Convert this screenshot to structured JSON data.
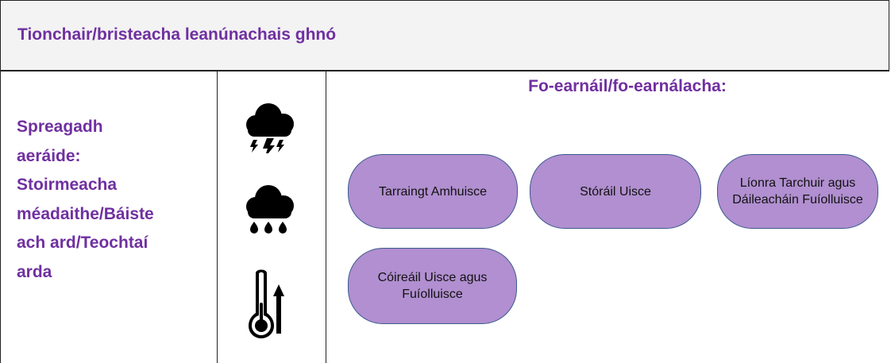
{
  "header": {
    "title": "Tionchair/bristeacha leanúnachais ghnó"
  },
  "driver": {
    "lines": [
      "Spreagadh",
      "aeráide:",
      "Stoirmeacha",
      "méadaithe/Báiste",
      "ach ard/Teochtaí",
      "arda"
    ]
  },
  "icons": [
    "storm-cloud-lightning-icon",
    "rain-cloud-icon",
    "thermometer-rising-icon"
  ],
  "subsectors": {
    "title": "Fo-earnáil/fo-earnálacha:",
    "items": [
      "Tarraingt Amhuisce",
      "Stóráil Uisce",
      "Líonra Tarchuir agus Dáileacháin Fuíolluisce",
      "Cóireáil Uisce agus Fuíolluisce"
    ]
  },
  "colors": {
    "accent": "#7030a0",
    "box_fill": "#b18fd0",
    "box_border": "#3d5a8f",
    "line": "#222222"
  }
}
